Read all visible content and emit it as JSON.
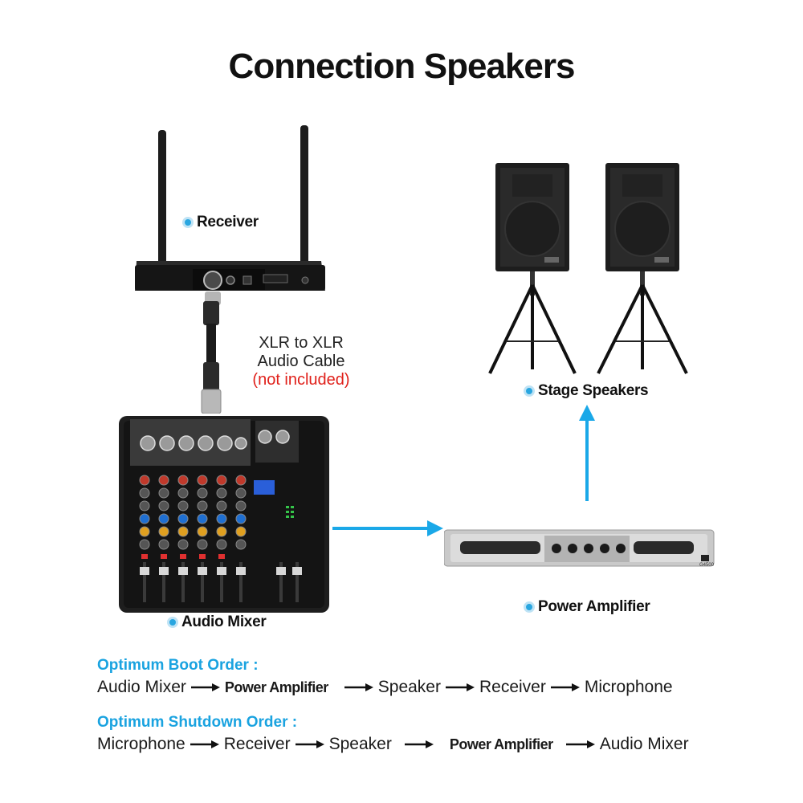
{
  "title": "Connection Speakers",
  "labels": {
    "receiver": "Receiver",
    "stage_speakers": "Stage Speakers",
    "audio_mixer": "Audio Mixer",
    "power_amplifier": "Power Amplifier"
  },
  "cable": {
    "line1": "XLR to XLR",
    "line2": "Audio Cable",
    "note": "(not included)"
  },
  "boot_order": {
    "heading": "Optimum Boot Order :",
    "steps": [
      "Audio Mixer",
      "Power Amplifier",
      "Speaker",
      "Receiver",
      "Microphone"
    ]
  },
  "shutdown_order": {
    "heading": "Optimum Shutdown Order :",
    "steps": [
      "Microphone",
      "Receiver",
      "Speaker",
      "Power Amplifier",
      "Audio Mixer"
    ]
  },
  "device_text": {
    "amp_model": "G4500"
  },
  "colors": {
    "accent": "#29a6e0",
    "note_red": "#e0201a",
    "heading_blue": "#1aa3e0"
  }
}
